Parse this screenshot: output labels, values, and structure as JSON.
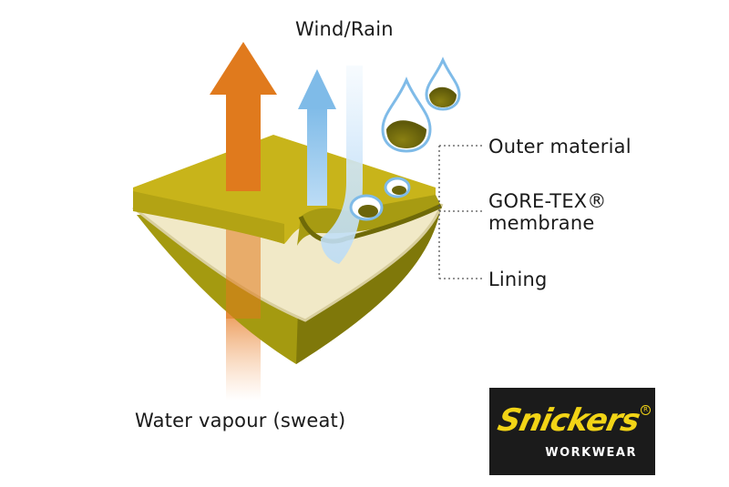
{
  "labels": {
    "wind_rain": "Wind/Rain",
    "outer_material": "Outer material",
    "membrane_line1": "GORE-TEX®",
    "membrane_line2": "membrane",
    "lining": "Lining",
    "water_vapour": "Water vapour (sweat)"
  },
  "logo": {
    "brand": "Snickers",
    "subtitle": "WORKWEAR"
  },
  "colors": {
    "outer_layer": "#c8b41a",
    "outer_layer_dark": "#8f8410",
    "membrane_layer": "#f1e9c7",
    "lining_layer": "#a49a10",
    "vapour_arrow": "#e07a1d",
    "wind_arrow": "#8cc4ec",
    "logo_background": "#1b1b1b",
    "logo_text": "#f2d416"
  },
  "icons": [
    "vapour-arrow-icon",
    "wind-arrow-icon",
    "raindrop-icon"
  ]
}
